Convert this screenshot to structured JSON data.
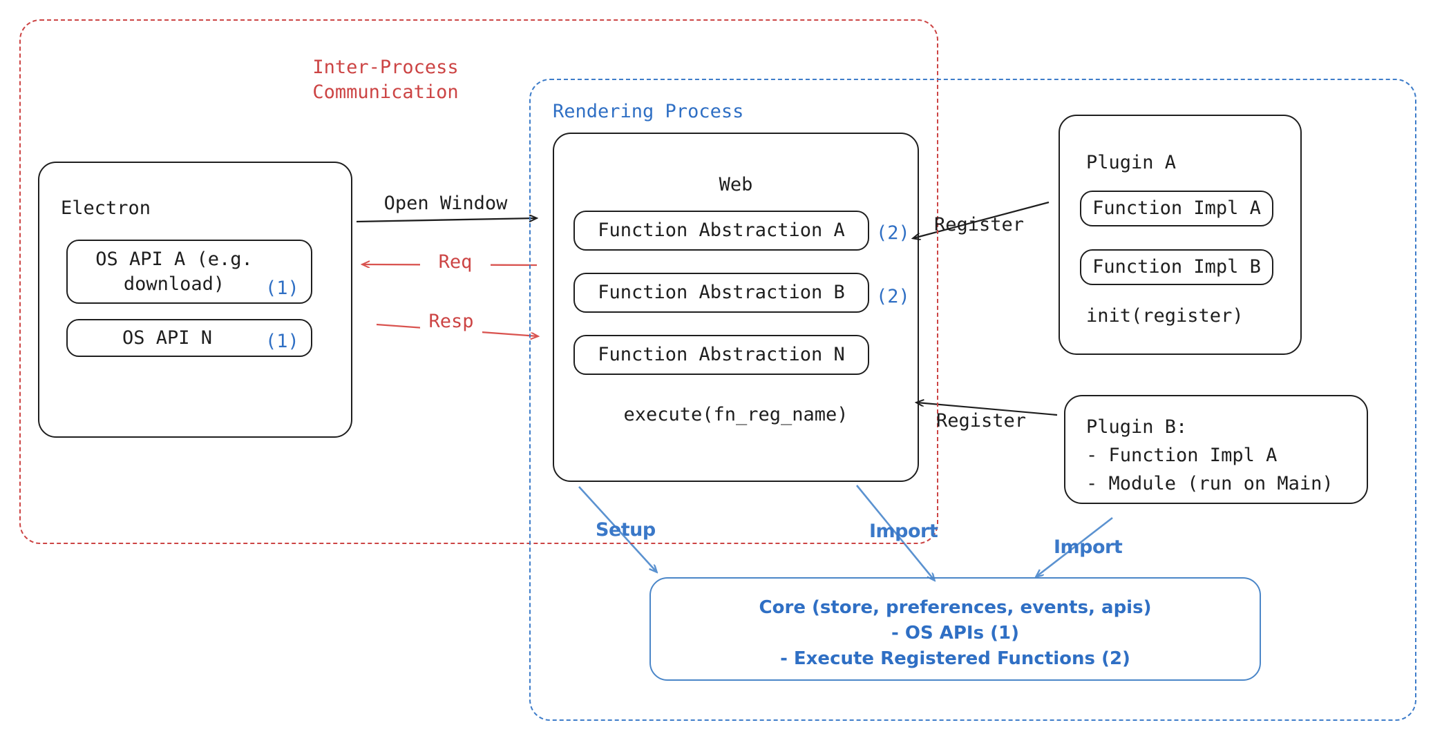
{
  "diagram": {
    "title": "Electron plugin architecture",
    "colors": {
      "ipc_red": "#cc4444",
      "process_blue": "#3d7cc9",
      "core_blue": "#2f6fc4",
      "ink": "#1e1e1e"
    }
  },
  "containers": {
    "ipc": {
      "label": "Inter-Process\nCommunication",
      "style": "dashed-red"
    },
    "rendering": {
      "label": "Rendering Process",
      "style": "dashed-blue"
    }
  },
  "electron": {
    "title": "Electron",
    "apis": [
      {
        "label": "OS API A (e.g.\ndownload)",
        "tag": "(1)"
      },
      {
        "label": "OS API N",
        "tag": "(1)"
      }
    ]
  },
  "web": {
    "title": "Web",
    "abstractions": [
      {
        "label": "Function Abstraction A",
        "tag": "(2)"
      },
      {
        "label": "Function Abstraction B",
        "tag": "(2)"
      },
      {
        "label": "Function Abstraction N",
        "tag": ""
      }
    ],
    "footer": "execute(fn_reg_name)"
  },
  "plugin_a": {
    "title": "Plugin A",
    "functions": [
      {
        "label": "Function Impl A"
      },
      {
        "label": "Function Impl B"
      }
    ],
    "footer": "init(register)"
  },
  "plugin_b": {
    "lines": "Plugin B:\n- Function Impl A\n- Module (run on Main)"
  },
  "core": {
    "lines": "Core (store, preferences, events, apis)\n- OS APIs (1)\n- Execute Registered Functions (2)"
  },
  "edges": {
    "open_window": "Open Window",
    "req": "Req",
    "resp": "Resp",
    "register_a": "Register",
    "register_b": "Register",
    "setup": "Setup",
    "import_web": "Import",
    "import_plugin": "Import"
  }
}
